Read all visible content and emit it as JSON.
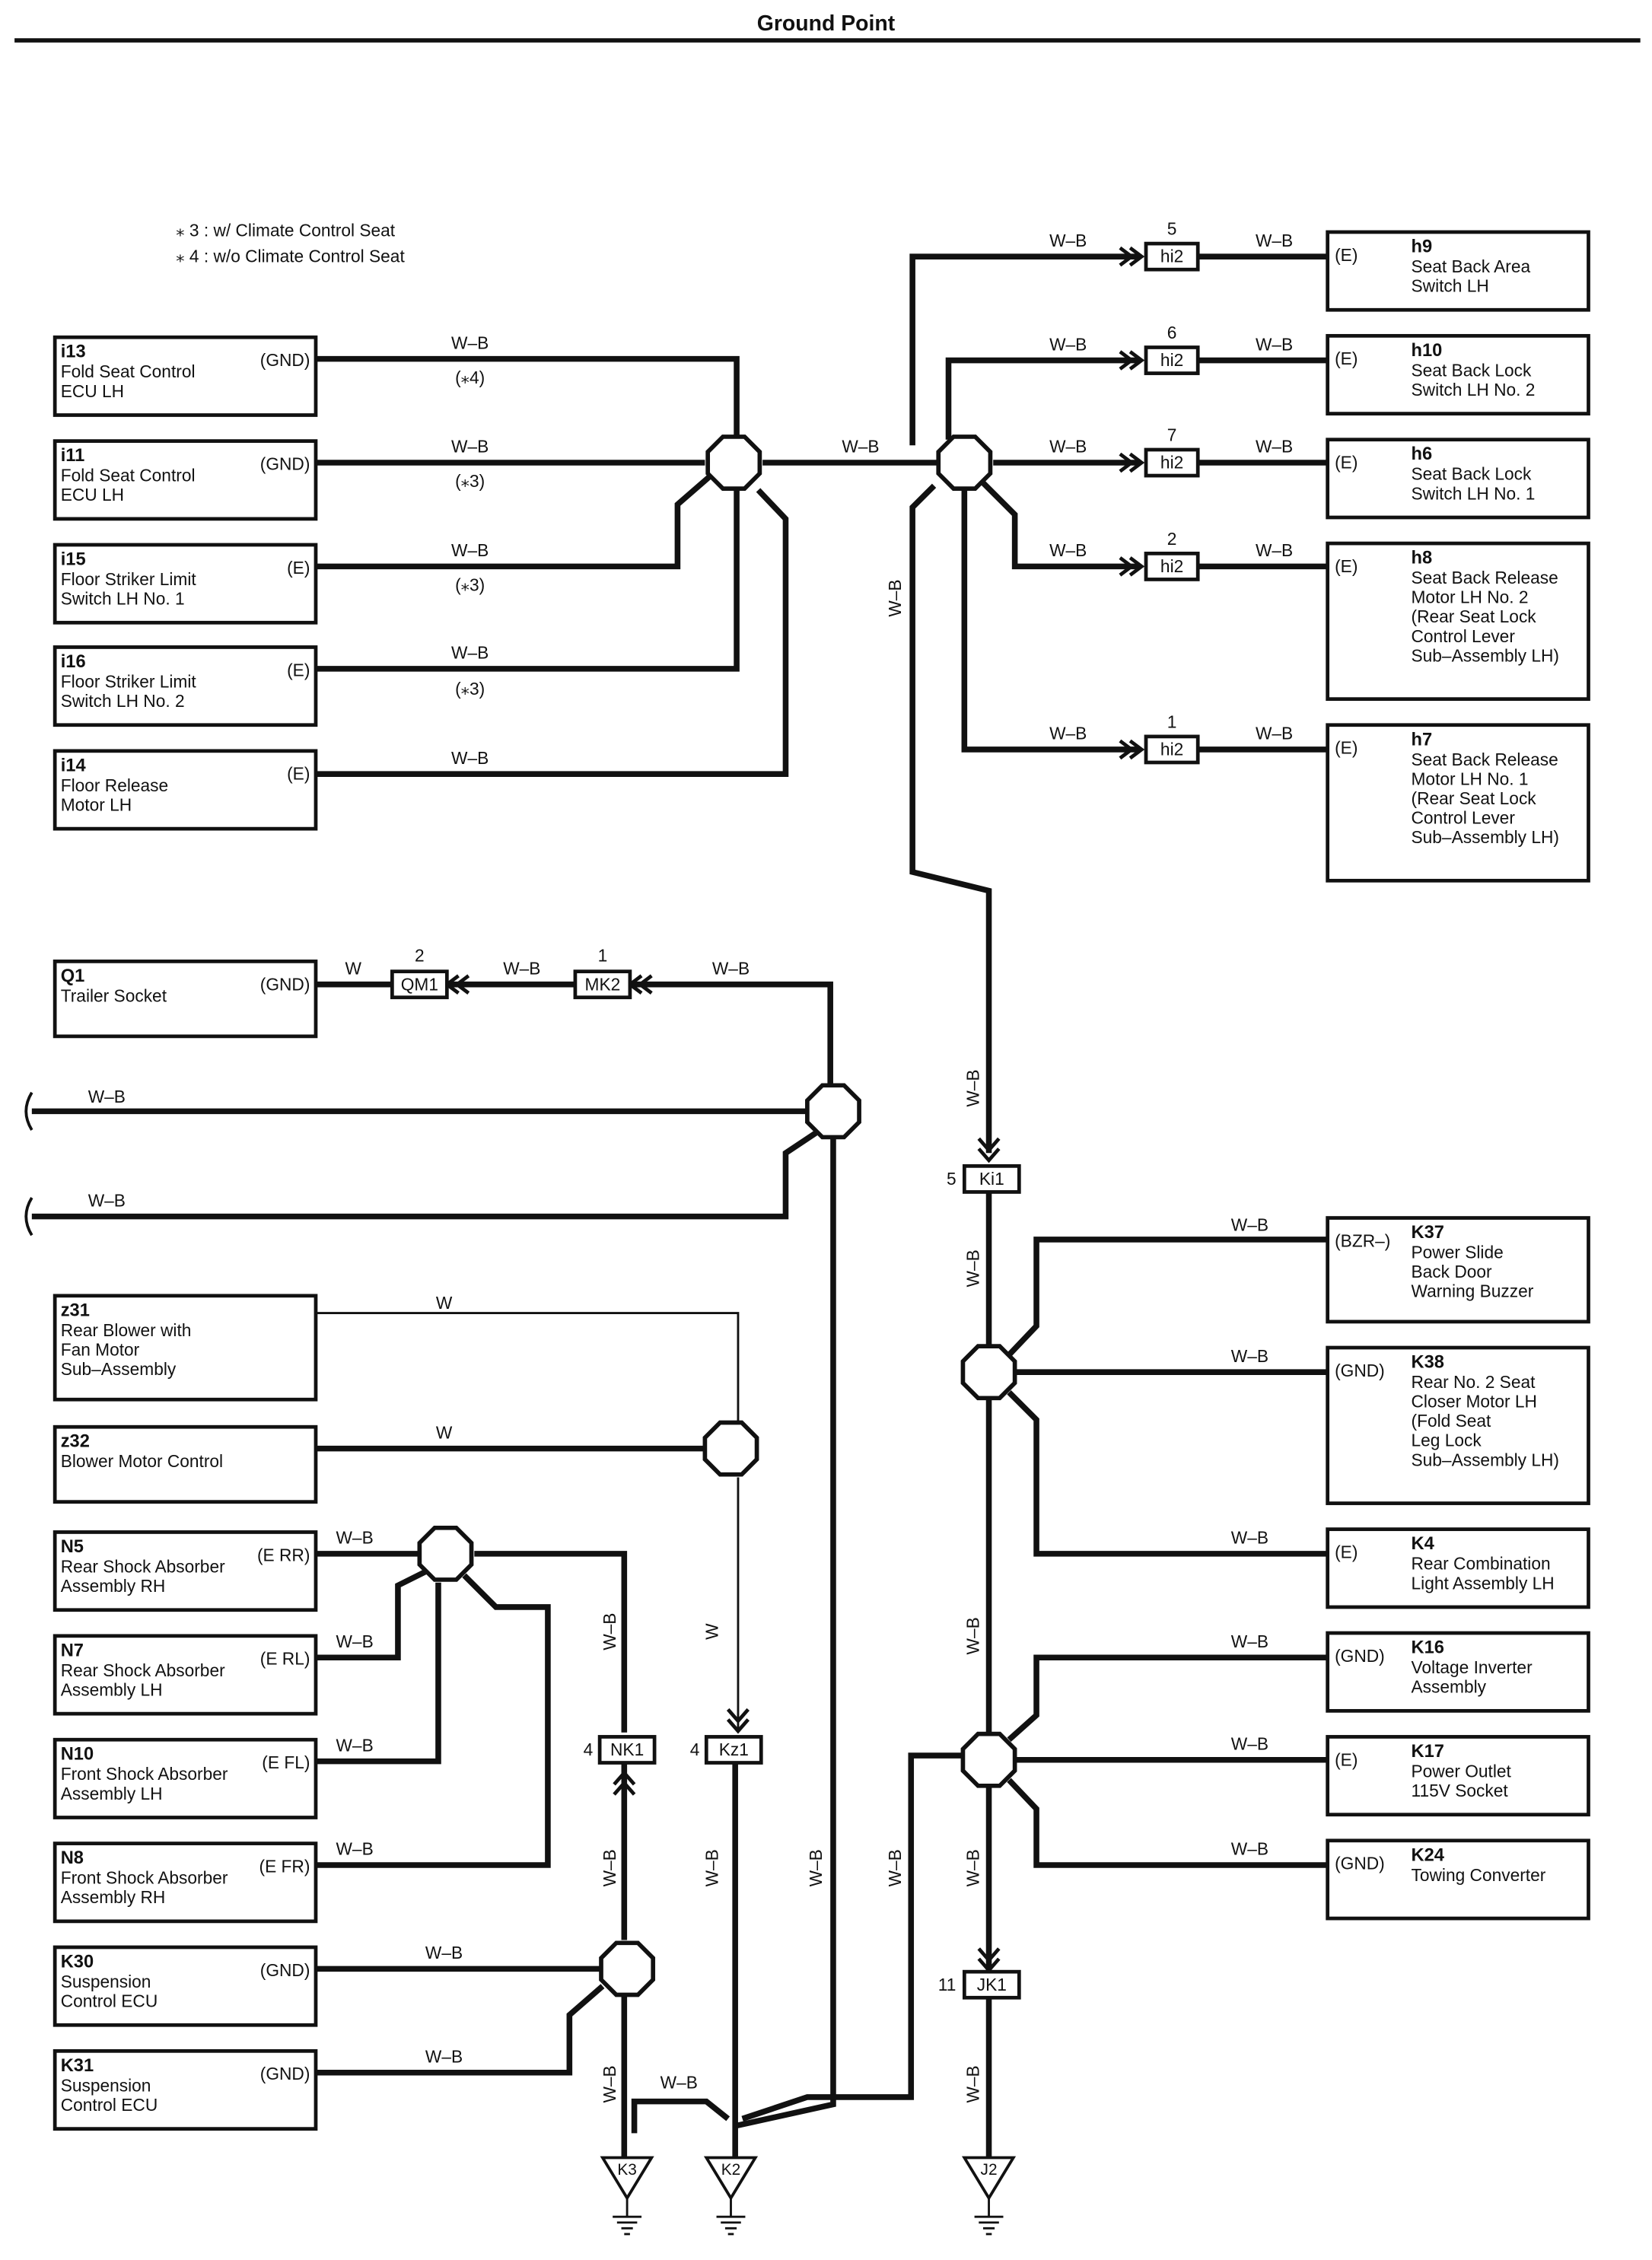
{
  "page_title": "Ground Point",
  "notes": [
    "⁎ 3 : w/ Climate Control Seat",
    "⁎ 4 : w/o Climate Control Seat"
  ],
  "components": {
    "i13": {
      "code": "i13",
      "lines": [
        "Fold Seat Control",
        "ECU LH"
      ],
      "pin": "(GND)"
    },
    "i11": {
      "code": "i11",
      "lines": [
        "Fold Seat Control",
        "ECU LH"
      ],
      "pin": "(GND)"
    },
    "i15": {
      "code": "i15",
      "lines": [
        "Floor Striker Limit",
        "Switch LH No. 1"
      ],
      "pin": "(E)"
    },
    "i16": {
      "code": "i16",
      "lines": [
        "Floor Striker Limit",
        "Switch LH No. 2"
      ],
      "pin": "(E)"
    },
    "i14": {
      "code": "i14",
      "lines": [
        "Floor Release",
        "Motor LH"
      ],
      "pin": "(E)"
    },
    "h9": {
      "code": "h9",
      "lines": [
        "Seat Back Area",
        "Switch LH"
      ],
      "pin": "(E)"
    },
    "h10": {
      "code": "h10",
      "lines": [
        "Seat Back Lock",
        "Switch LH No. 2"
      ],
      "pin": "(E)"
    },
    "h6": {
      "code": "h6",
      "lines": [
        "Seat Back Lock",
        "Switch LH No. 1"
      ],
      "pin": "(E)"
    },
    "h8": {
      "code": "h8",
      "lines": [
        "Seat Back Release",
        "Motor LH No. 2",
        "(Rear Seat Lock",
        " Control Lever",
        " Sub–Assembly LH)"
      ],
      "pin": "(E)"
    },
    "h7": {
      "code": "h7",
      "lines": [
        "Seat Back Release",
        "Motor LH No. 1",
        "(Rear Seat Lock",
        " Control Lever",
        " Sub–Assembly LH)"
      ],
      "pin": "(E)"
    },
    "Q1": {
      "code": "Q1",
      "lines": [
        "Trailer Socket"
      ],
      "pin": "(GND)"
    },
    "z31": {
      "code": "z31",
      "lines": [
        "Rear Blower with",
        "Fan Motor",
        "Sub–Assembly"
      ],
      "pin": ""
    },
    "z32": {
      "code": "z32",
      "lines": [
        "Blower Motor Control"
      ],
      "pin": ""
    },
    "N5": {
      "code": "N5",
      "lines": [
        "Rear Shock Absorber",
        "Assembly RH"
      ],
      "pin": "(E RR)"
    },
    "N7": {
      "code": "N7",
      "lines": [
        "Rear Shock Absorber",
        "Assembly LH"
      ],
      "pin": "(E RL)"
    },
    "N10": {
      "code": "N10",
      "lines": [
        "Front Shock Absorber",
        "Assembly LH"
      ],
      "pin": "(E FL)"
    },
    "N8": {
      "code": "N8",
      "lines": [
        "Front Shock Absorber",
        "Assembly RH"
      ],
      "pin": "(E FR)"
    },
    "K30": {
      "code": "K30",
      "lines": [
        "Suspension",
        "Control ECU"
      ],
      "pin": "(GND)"
    },
    "K31": {
      "code": "K31",
      "lines": [
        "Suspension",
        "Control ECU"
      ],
      "pin": "(GND)"
    },
    "K37": {
      "code": "K37",
      "lines": [
        "Power Slide",
        "Back Door",
        "Warning Buzzer"
      ],
      "pin": "(BZR–)"
    },
    "K38": {
      "code": "K38",
      "lines": [
        "Rear No. 2 Seat",
        "Closer Motor LH",
        "(Fold Seat",
        " Leg Lock",
        " Sub–Assembly LH)"
      ],
      "pin": "(GND)"
    },
    "K4": {
      "code": "K4",
      "lines": [
        "Rear Combination",
        "Light Assembly LH"
      ],
      "pin": "(E)"
    },
    "K16": {
      "code": "K16",
      "lines": [
        "Voltage Inverter",
        "Assembly"
      ],
      "pin": "(GND)"
    },
    "K17": {
      "code": "K17",
      "lines": [
        "Power Outlet",
        "115V Socket"
      ],
      "pin": "(E)"
    },
    "K24": {
      "code": "K24",
      "lines": [
        "Towing Converter"
      ],
      "pin": "(GND)"
    }
  },
  "connectors": {
    "hi2_5": {
      "name": "hi2",
      "pin": "5"
    },
    "hi2_6": {
      "name": "hi2",
      "pin": "6"
    },
    "hi2_7": {
      "name": "hi2",
      "pin": "7"
    },
    "hi2_2": {
      "name": "hi2",
      "pin": "2"
    },
    "hi2_1": {
      "name": "hi2",
      "pin": "1"
    },
    "QM1": {
      "name": "QM1",
      "pin": "2"
    },
    "MK2": {
      "name": "MK2",
      "pin": "1"
    },
    "Ki1": {
      "name": "Ki1",
      "pin": "5"
    },
    "NK1": {
      "name": "NK1",
      "pin": "4"
    },
    "Kz1": {
      "name": "Kz1",
      "pin": "4"
    },
    "JK1": {
      "name": "JK1",
      "pin": "11"
    }
  },
  "grounds": {
    "K3": "K3",
    "K2": "K2",
    "J2": "J2"
  },
  "wire_labels": {
    "wb": "W–B",
    "w": "W"
  },
  "option_marks": {
    "s3": "(⁎3)",
    "s4": "(⁎4)"
  },
  "colors": {
    "wire": "#111111",
    "background": "#ffffff"
  }
}
